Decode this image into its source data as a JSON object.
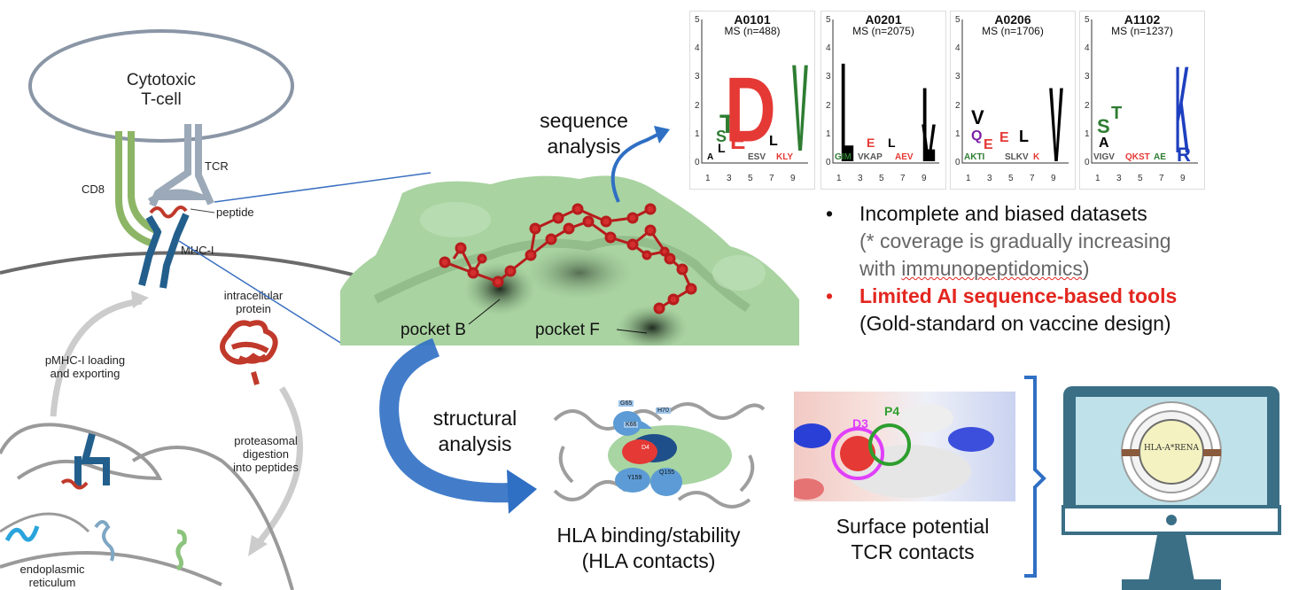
{
  "cell": {
    "tcell_label_line1": "Cytotoxic",
    "tcell_label_line2": "T-cell",
    "cd8_label": "CD8",
    "tcr_label": "TCR",
    "peptide_label": "peptide",
    "mhc_label": "MHC-I",
    "intracellular_line1": "intracellular",
    "intracellular_line2": "protein",
    "loading_line1": "pMHC-I loading",
    "loading_line2": "and exporting",
    "proteasomal_line1": "proteasomal",
    "proteasomal_line2": "digestion",
    "proteasomal_line3": "into peptides",
    "er_line1": "endoplasmic",
    "er_line2": "reticulum"
  },
  "structure": {
    "pocket_b": "pocket B",
    "pocket_f": "pocket F"
  },
  "arrows": {
    "sequence_line1": "sequence",
    "sequence_line2": "analysis",
    "structural_line1": "structural",
    "structural_line2": "analysis"
  },
  "seq_logos": [
    {
      "allele": "A0101",
      "subtitle": "MS (n=488)"
    },
    {
      "allele": "A0201",
      "subtitle": "MS (n=2075)"
    },
    {
      "allele": "A0206",
      "subtitle": "MS (n=1706)"
    },
    {
      "allele": "A1102",
      "subtitle": "MS (n=1237)"
    }
  ],
  "logo_axis": {
    "y_ticks": [
      "0",
      "1",
      "2",
      "3",
      "4",
      "5"
    ],
    "x_ticks": [
      "1",
      "3",
      "5",
      "7",
      "9"
    ]
  },
  "bullets": {
    "b1_main": "Incomplete and biased datasets",
    "b1_sub1": "(* coverage is gradually increasing",
    "b1_sub2_pre": "with ",
    "b1_sub2_word": "immunopeptidomics",
    "b1_sub2_post": ")",
    "b2_main": "Limited AI sequence-based tools",
    "b2_sub": "(Gold-standard on vaccine design)"
  },
  "panels": {
    "hla_caption_line1": "HLA binding/stability",
    "hla_caption_line2": "(HLA contacts)",
    "surface_caption_line1": "Surface potential",
    "surface_caption_line2": "TCR contacts",
    "d3_label": "D3",
    "p4_label": "P4",
    "residues": [
      "G65",
      "H70",
      "K66",
      "D4",
      "Y159",
      "Q155"
    ],
    "app_logo_text": "HLA-A*RENA"
  },
  "colors": {
    "green_surface": "#a8d5a2",
    "peptide_red": "#c62828",
    "bullet_red": "#e3261f",
    "arrow_blue": "#2f6fc4",
    "monitor_teal": "#3a6f86"
  }
}
